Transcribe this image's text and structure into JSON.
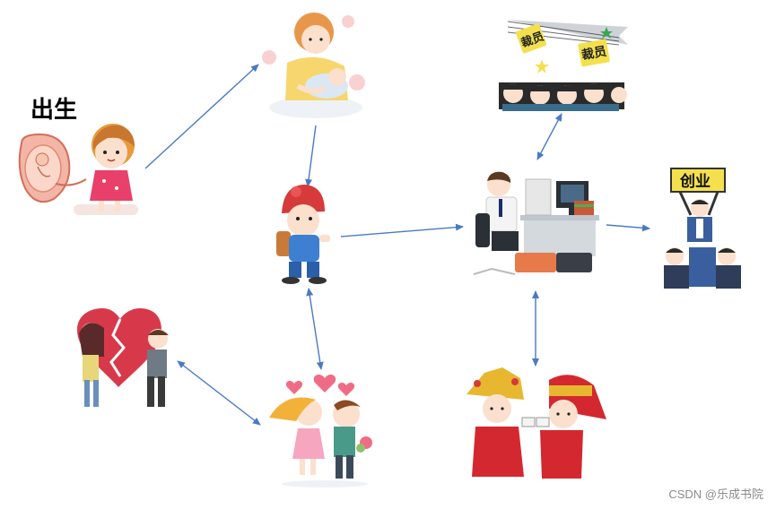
{
  "labels": {
    "birth": "出生",
    "layoff_sign_1": "裁员",
    "layoff_sign_2": "裁员",
    "startup_sign": "创业"
  },
  "watermark": "CSDN @乐成书院",
  "colors": {
    "arrow": "#4a7ac4",
    "heart": "#d8394a",
    "sign": "#f4e04d"
  },
  "nodes": [
    {
      "id": "birth",
      "icon": "pregnancy-baby-illustration"
    },
    {
      "id": "infancy",
      "icon": "mother-nursing-baby-illustration"
    },
    {
      "id": "school",
      "icon": "child-with-backpack-illustration"
    },
    {
      "id": "work",
      "icon": "office-worker-at-desk-illustration"
    },
    {
      "id": "layoff",
      "icon": "layoff-crowd-illustration"
    },
    {
      "id": "startup",
      "icon": "startup-celebration-illustration"
    },
    {
      "id": "wedding",
      "icon": "traditional-wedding-couple-illustration"
    },
    {
      "id": "love",
      "icon": "young-couple-kiss-illustration"
    },
    {
      "id": "breakup",
      "icon": "broken-heart-couple-illustration"
    }
  ]
}
